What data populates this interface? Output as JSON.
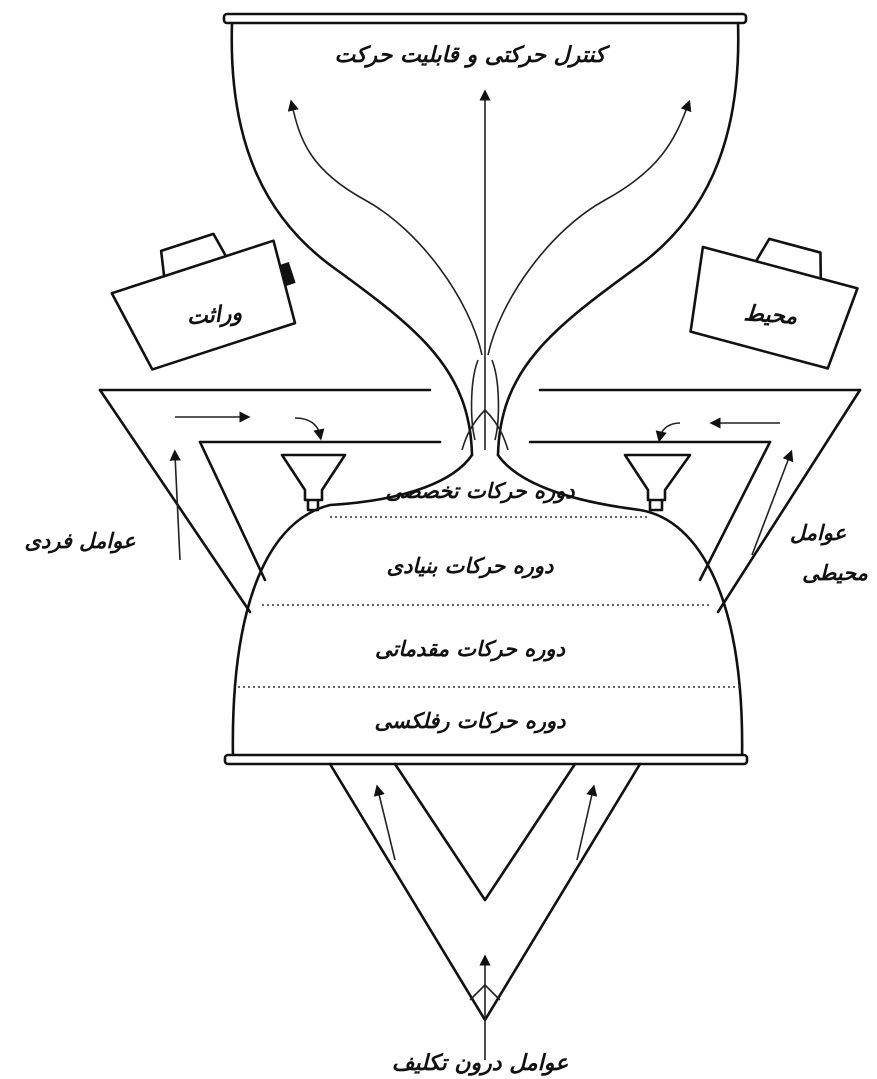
{
  "labels": {
    "top_title": "کنترل حرکتی و قابلیت حرکت",
    "heredity": "وراثت",
    "environment": "محیط",
    "individual_factors": "عوامل فردی",
    "environmental_factors_line1": "عوامل",
    "environmental_factors_line2": "محیطی",
    "stage_specialized": "دوره حرکات تخصصی",
    "stage_fundamental": "دوره حرکات بنیادی",
    "stage_rudimentary": "دوره حرکات مقدماتی",
    "stage_reflexive": "دوره حرکات رفلکسی",
    "task_factors": "عوامل درون تکلیف"
  }
}
